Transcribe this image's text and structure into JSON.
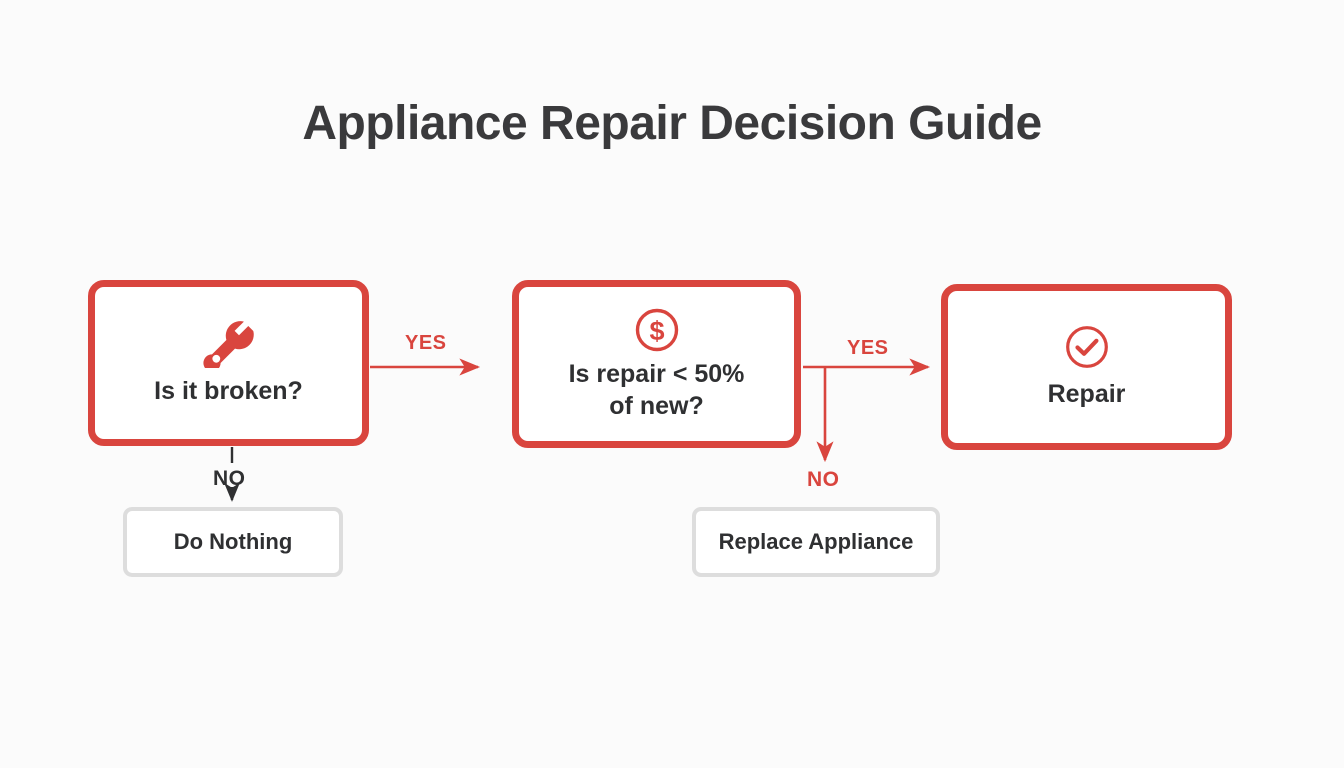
{
  "page": {
    "title": "Appliance Repair Decision Guide",
    "background_color": "#fbfbfb",
    "accent_color": "#d9453e",
    "text_color": "#2f3032",
    "muted_border_color": "#dddddd"
  },
  "nodes": [
    {
      "id": "is-it-broken",
      "label": "Is it broken?",
      "icon": "wrench-icon",
      "type": "decision",
      "color": "#d9453e"
    },
    {
      "id": "is-repair-under-50",
      "label": "Is repair < 50%\nof new?",
      "icon": "dollar-circle-icon",
      "type": "decision",
      "color": "#d9453e"
    },
    {
      "id": "repair",
      "label": "Repair",
      "icon": "check-circle-icon",
      "type": "outcome",
      "color": "#d9453e"
    }
  ],
  "leaves": [
    {
      "id": "do-nothing",
      "label": "Do Nothing",
      "color": "#dddddd"
    },
    {
      "id": "replace-appliance",
      "label": "Replace Appliance",
      "color": "#dddddd"
    }
  ],
  "edges": [
    {
      "id": "broken-yes",
      "label": "YES",
      "from": "is-it-broken",
      "to": "is-repair-under-50",
      "color": "#d9453e"
    },
    {
      "id": "broken-no",
      "label": "NO",
      "from": "is-it-broken",
      "to": "do-nothing",
      "color": "#2f3032"
    },
    {
      "id": "cost-yes",
      "label": "YES",
      "from": "is-repair-under-50",
      "to": "repair",
      "color": "#d9453e"
    },
    {
      "id": "cost-no",
      "label": "NO",
      "from": "is-repair-under-50",
      "to": "replace-appliance",
      "color": "#d9453e"
    }
  ]
}
